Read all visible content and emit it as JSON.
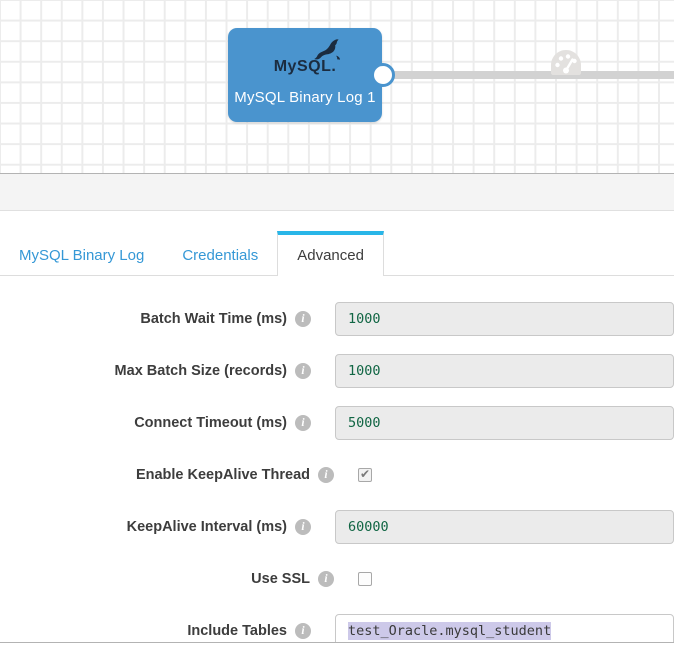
{
  "colors": {
    "node": "#4a94ce",
    "accent_tab": "#29b6e8",
    "link": "#3598d6",
    "value_text": "#116644",
    "selection": "#cdc9e9",
    "edge": "#d2d2d2"
  },
  "canvas": {
    "stage": {
      "logo_text": "MySQL.",
      "name": "MySQL Binary Log 1"
    }
  },
  "config": {
    "tabs": [
      {
        "label": "MySQL Binary Log",
        "active": false
      },
      {
        "label": "Credentials",
        "active": false
      },
      {
        "label": "Advanced",
        "active": true
      }
    ],
    "fields": [
      {
        "label": "Batch Wait Time (ms)",
        "type": "text",
        "value": "1000"
      },
      {
        "label": "Max Batch Size (records)",
        "type": "text",
        "value": "1000"
      },
      {
        "label": "Connect Timeout (ms)",
        "type": "text",
        "value": "5000"
      },
      {
        "label": "Enable KeepAlive Thread",
        "type": "checkbox",
        "checked": true
      },
      {
        "label": "KeepAlive Interval (ms)",
        "type": "text",
        "value": "60000"
      },
      {
        "label": "Use SSL",
        "type": "checkbox",
        "checked": false
      },
      {
        "label": "Include Tables",
        "type": "text",
        "value": "test_Oracle.mysql_student",
        "selected": true
      }
    ]
  }
}
